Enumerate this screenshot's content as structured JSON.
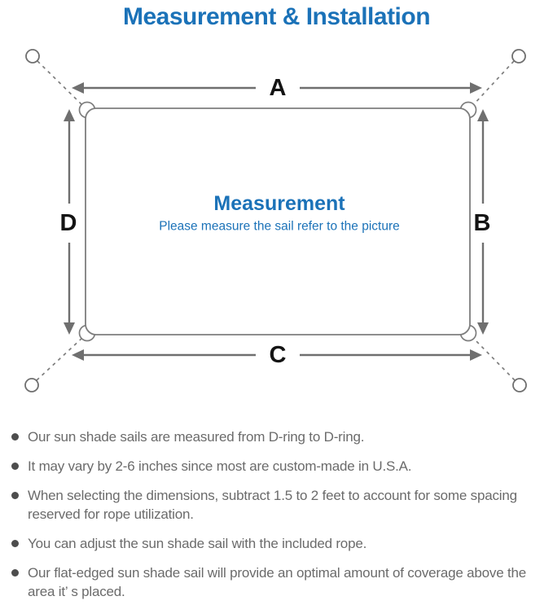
{
  "page": {
    "title": "Measurement & Installation"
  },
  "diagram": {
    "center_heading": "Measurement",
    "center_subtitle": "Please measure the sail refer to the picture",
    "labels": {
      "top": "A",
      "right": "B",
      "bottom": "C",
      "left": "D"
    },
    "colors": {
      "accent_blue": "#1b72b8",
      "line_gray": "#7e7e7e",
      "arrow_gray": "#6f6f6f",
      "label_black": "#141414",
      "note_gray": "#6b6b6b"
    }
  },
  "notes": {
    "items": [
      "Our sun shade sails are measured from D-ring to D-ring.",
      "It may vary by 2-6 inches since most are custom-made in U.S.A.",
      "When selecting the dimensions, subtract 1.5 to 2 feet to account for some spacing reserved for rope utilization.",
      "You can adjust the sun shade sail with the included rope.",
      "Our flat-edged sun shade sail will provide an optimal amount of coverage above the area it’ s placed."
    ]
  }
}
